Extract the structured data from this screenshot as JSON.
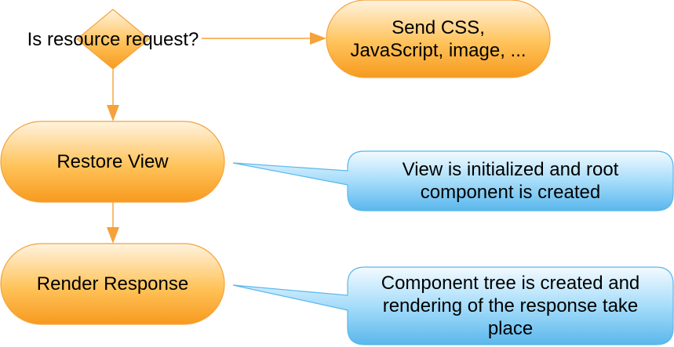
{
  "colors": {
    "orange_light": "#fff3df",
    "orange_mid": "#ffc35a",
    "orange_dark": "#f79a1e",
    "blue_light": "#f3faff",
    "blue_mid": "#a6ddfa",
    "blue_dark": "#5ab7ec",
    "connector": "#f5a23a",
    "text": "#000000"
  },
  "nodes": {
    "decision": {
      "label": "Is resource request?"
    },
    "send_resource": {
      "label": "Send CSS,\nJavaScript, image, ..."
    },
    "restore_view": {
      "label": "Restore View"
    },
    "render_response": {
      "label": "Render Response"
    }
  },
  "callouts": {
    "restore_view_note": {
      "label": "View is initialized and root\ncomponent is created"
    },
    "render_response_note": {
      "label": "Component tree is created and\nrendering of the response take\nplace"
    }
  }
}
